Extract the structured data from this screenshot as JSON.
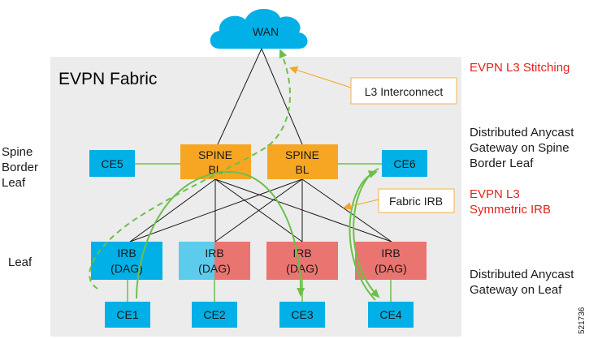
{
  "fabric": {
    "title": "EVPN Fabric"
  },
  "wan": {
    "label": "WAN"
  },
  "spines": [
    {
      "line1": "SPINE",
      "line2": "BL"
    },
    {
      "line1": "SPINE",
      "line2": "BL"
    }
  ],
  "ce_border": [
    "CE5",
    "CE6"
  ],
  "leaves": [
    {
      "line1": "IRB",
      "line2": "(DAG)"
    },
    {
      "line1": "IRB",
      "line2": "(DAG)"
    },
    {
      "line1": "IRB",
      "line2": "(DAG)"
    },
    {
      "line1": "IRB",
      "line2": "(DAG)"
    }
  ],
  "ce_leaf": [
    "CE1",
    "CE2",
    "CE3",
    "CE4"
  ],
  "callouts": {
    "l3_interconnect": "L3 Interconnect",
    "fabric_irb": "Fabric IRB"
  },
  "left_labels": {
    "spine_border_leaf": [
      "Spine",
      "Border",
      "Leaf"
    ],
    "leaf": "Leaf"
  },
  "right_labels": {
    "evpn_l3_stitching": "EVPN L3 Stitching",
    "dag_spine": [
      "Distributed Anycast",
      "Gateway on Spine",
      "Border Leaf"
    ],
    "evpn_l3_symmetric": [
      "EVPN L3",
      "Symmetric IRB"
    ],
    "dag_leaf": [
      "Distributed Anycast",
      "Gateway on Leaf"
    ]
  },
  "figure_id": "521736",
  "colors": {
    "fabric_bg": "#ececec",
    "cyan": "#00b0e6",
    "light_cyan": "#5ccbec",
    "salmon": "#ea7470",
    "orange": "#f6a623",
    "green": "#6cc04a",
    "callout_border": "#f6b04a",
    "red_text": "#e2231a"
  }
}
